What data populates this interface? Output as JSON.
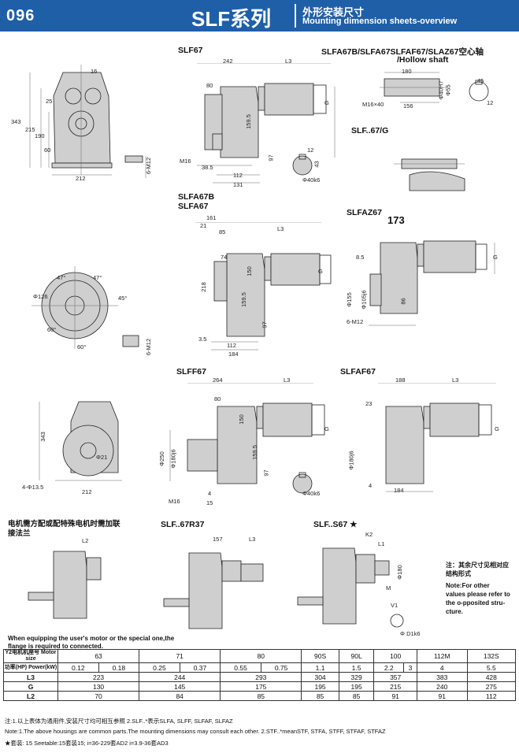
{
  "header": {
    "page": "096",
    "series": "SLF系列",
    "title_cn": "外形安装尺寸",
    "title_en": "Mounting dimension sheets-overview"
  },
  "labels": {
    "slf67": "SLF67",
    "hollow_line1": "SLFA67B/SLFA67SLFAF67/SLAZ67空心轴",
    "hollow_line2": "/Hollow shaft",
    "slf67g": "SLF..67/G",
    "slfa67b_1": "SLFA67B",
    "slfa67b_2": "SLFA67",
    "slfaz67": "SLFAZ67",
    "slfaz67_dim": "173",
    "slff67": "SLFF67",
    "slfaf67": "SLFAF67",
    "motor_flange_note": "电机需方配或配特殊电机时需加联接法兰",
    "slf67r37": "SLF..67R37",
    "slfs67": "SLF..S67 ★",
    "side_note_cn": "注：其余尺寸见相对应结构形式",
    "side_note_en": "Note:For other values please refer to the o-pposited stru-cture.",
    "motor_note_en": "When equipping the user's motor  or the special one,the flange is required to connected."
  },
  "dims": {
    "d16": "16",
    "d343": "343",
    "d215": "215",
    "d190": "190",
    "d60": "60",
    "d25": "25",
    "d212": "212",
    "d6m12": "6-M12",
    "d242": "242",
    "dL3": "L3",
    "d80": "80",
    "dG": "G",
    "dM16": "M16",
    "d159": "159.5",
    "d97": "97",
    "d38": "38.5",
    "d112": "112",
    "d131": "131",
    "d12": "12",
    "d43": "43",
    "d40k6": "Φ40k6",
    "d180": "180",
    "dM16x40": "M16×40",
    "d156": "156",
    "d40H7": "Φ40H7",
    "d55": "Φ55",
    "d45": "45",
    "d12b": "12",
    "d161": "161",
    "d21": "21",
    "d85": "85",
    "d74": "74",
    "d218": "218",
    "d150": "150",
    "d35": "3.5",
    "d184": "184",
    "d47": "47°",
    "d45deg": "45°",
    "d60deg": "60°",
    "d126": "Φ126",
    "d6m12b": "6-M12",
    "d85b": "8.5",
    "d155": "Φ155",
    "d1056": "Φ105j6",
    "d6m12c": "6-M12",
    "d86": "86",
    "d264": "264",
    "d250": "Φ250",
    "d180j6": "Φ180j6",
    "d4": "4",
    "d15": "15",
    "d4m135": "4-Φ13.5",
    "d21dia": "Φ21",
    "d188": "188",
    "d23": "23",
    "dL2": "L2",
    "d157": "157",
    "dK2": "K2",
    "dL1": "L1",
    "dD1": "Φ D1k6",
    "dM": "M",
    "dV1": "V1",
    "d180b": "Φ180"
  },
  "table": {
    "row_model_label": "Y2电机机座号 Motor size",
    "models": [
      "63",
      "71",
      "80",
      "90S",
      "90L",
      "100",
      "112M",
      "132S"
    ],
    "row_power_label": "功率(HP) Power(kW)",
    "powers": [
      "0.12",
      "0.18",
      "0.25",
      "0.37",
      "0.55",
      "0.75",
      "1.1",
      "1.5",
      "2.2",
      "3",
      "4",
      "5.5"
    ],
    "rows": [
      {
        "label": "L3",
        "values": [
          "223",
          "244",
          "293",
          "304",
          "329",
          "357",
          "383",
          "428"
        ]
      },
      {
        "label": "G",
        "values": [
          "130",
          "145",
          "175",
          "195",
          "195",
          "215",
          "240",
          "275"
        ]
      },
      {
        "label": "L2",
        "values": [
          "70",
          "84",
          "85",
          "85",
          "85",
          "91",
          "91",
          "112"
        ]
      }
    ]
  },
  "footnotes": {
    "cn": "注:1.以上表体为通用件,安装尺寸均可相互参照     2.SLF..*表示SLFA, SLFF, SLFAF, SLFAZ",
    "en": "Note:1.The above housings are common parts.The mounting dimensions may consult each other.    2.STF..*meanSTF, STFA, STFF, STFAF, STFAZ",
    "star": "★套装: 15  Seetable:15套装15;  i=36-229套AD2  i=3.9-36套AD3"
  }
}
